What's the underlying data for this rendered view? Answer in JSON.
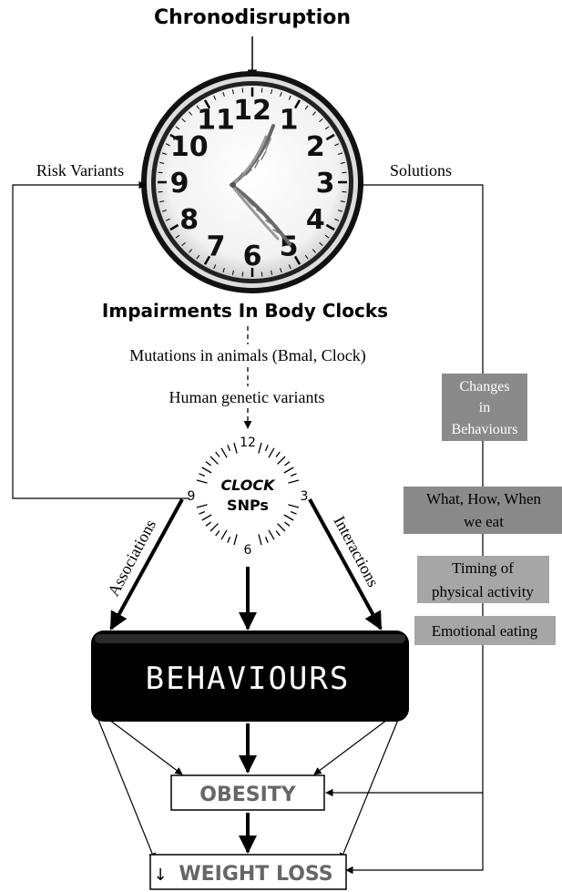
{
  "title": "Chronodisruption",
  "clock": {
    "numbers": [
      "12",
      "1",
      "2",
      "3",
      "4",
      "5",
      "6",
      "7",
      "8",
      "9",
      "10",
      "11"
    ],
    "dial_numbers": [
      "12",
      "3",
      "6",
      "9"
    ],
    "label_line1": "CLOCK",
    "label_line2": "SNPs"
  },
  "labels": {
    "impairments": "Impairments In Body Clocks",
    "mutations": "Mutations in animals (Bmal, Clock)",
    "human_variants": "Human genetic variants",
    "risk_variants": "Risk Variants",
    "solutions": "Solutions",
    "associations": "Associations",
    "interactions": "Interactions"
  },
  "boxes": {
    "behaviours": "BEHAVIOURS",
    "obesity": "OBESITY",
    "weight_loss_arrow": "↓",
    "weight_loss": "WEIGHT LOSS"
  },
  "solutions_list": {
    "changes": [
      "Changes",
      "in",
      "Behaviours"
    ],
    "what_how_when": [
      "What, How, When",
      "we eat"
    ],
    "timing": [
      "Timing of",
      "physical activity"
    ],
    "emotional": "Emotional eating"
  },
  "colors": {
    "grey_box": "#8a8a8a",
    "grey_box_light": "#a6a6a6",
    "black": "#000000"
  }
}
